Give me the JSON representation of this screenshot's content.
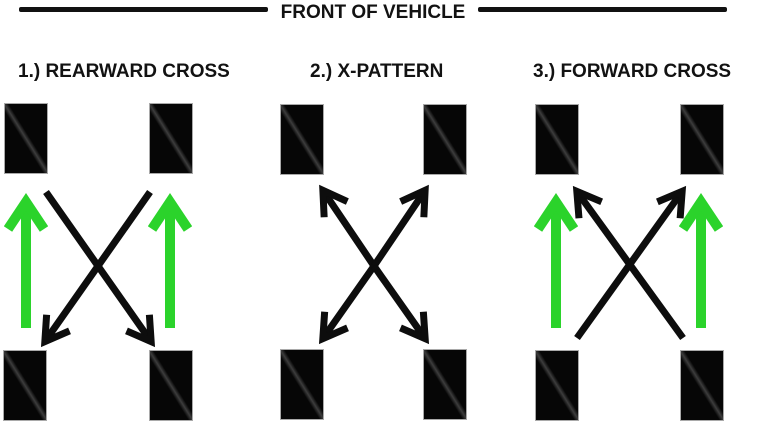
{
  "header": {
    "title": "FRONT OF VEHICLE"
  },
  "patterns": [
    {
      "number": "1.)",
      "name": "REARWARD CROSS",
      "label": "1.) REARWARD CROSS",
      "arrows": [
        {
          "from": "rear-left",
          "to": "front-left",
          "style": "straight-up",
          "color": "green"
        },
        {
          "from": "rear-right",
          "to": "front-right",
          "style": "straight-up",
          "color": "green"
        },
        {
          "from": "front-left",
          "to": "rear-right",
          "style": "cross-down",
          "color": "black"
        },
        {
          "from": "front-right",
          "to": "rear-left",
          "style": "cross-down",
          "color": "black"
        }
      ]
    },
    {
      "number": "2.)",
      "name": "X-PATTERN",
      "label": "2.) X-PATTERN",
      "arrows": [
        {
          "from": "front-left",
          "to": "rear-right",
          "style": "cross",
          "color": "black",
          "double_headed": true
        },
        {
          "from": "front-right",
          "to": "rear-left",
          "style": "cross",
          "color": "black",
          "double_headed": true
        }
      ]
    },
    {
      "number": "3.)",
      "name": "FORWARD CROSS",
      "label": "3.) FORWARD CROSS",
      "arrows": [
        {
          "from": "rear-left",
          "to": "front-right",
          "style": "cross-up",
          "color": "black"
        },
        {
          "from": "rear-right",
          "to": "front-left",
          "style": "cross-up",
          "color": "black"
        },
        {
          "from": "rear-left",
          "to": "front-left",
          "style": "straight-up",
          "color": "green"
        },
        {
          "from": "rear-right",
          "to": "front-right",
          "style": "straight-up",
          "color": "green"
        }
      ]
    }
  ],
  "colors": {
    "arrow_black": "#0d0d0d",
    "arrow_green": "#2bd32b",
    "tire_fill": "#060606",
    "tire_border": "#a9a9a9",
    "rule": "#111111",
    "background": "#ffffff"
  }
}
